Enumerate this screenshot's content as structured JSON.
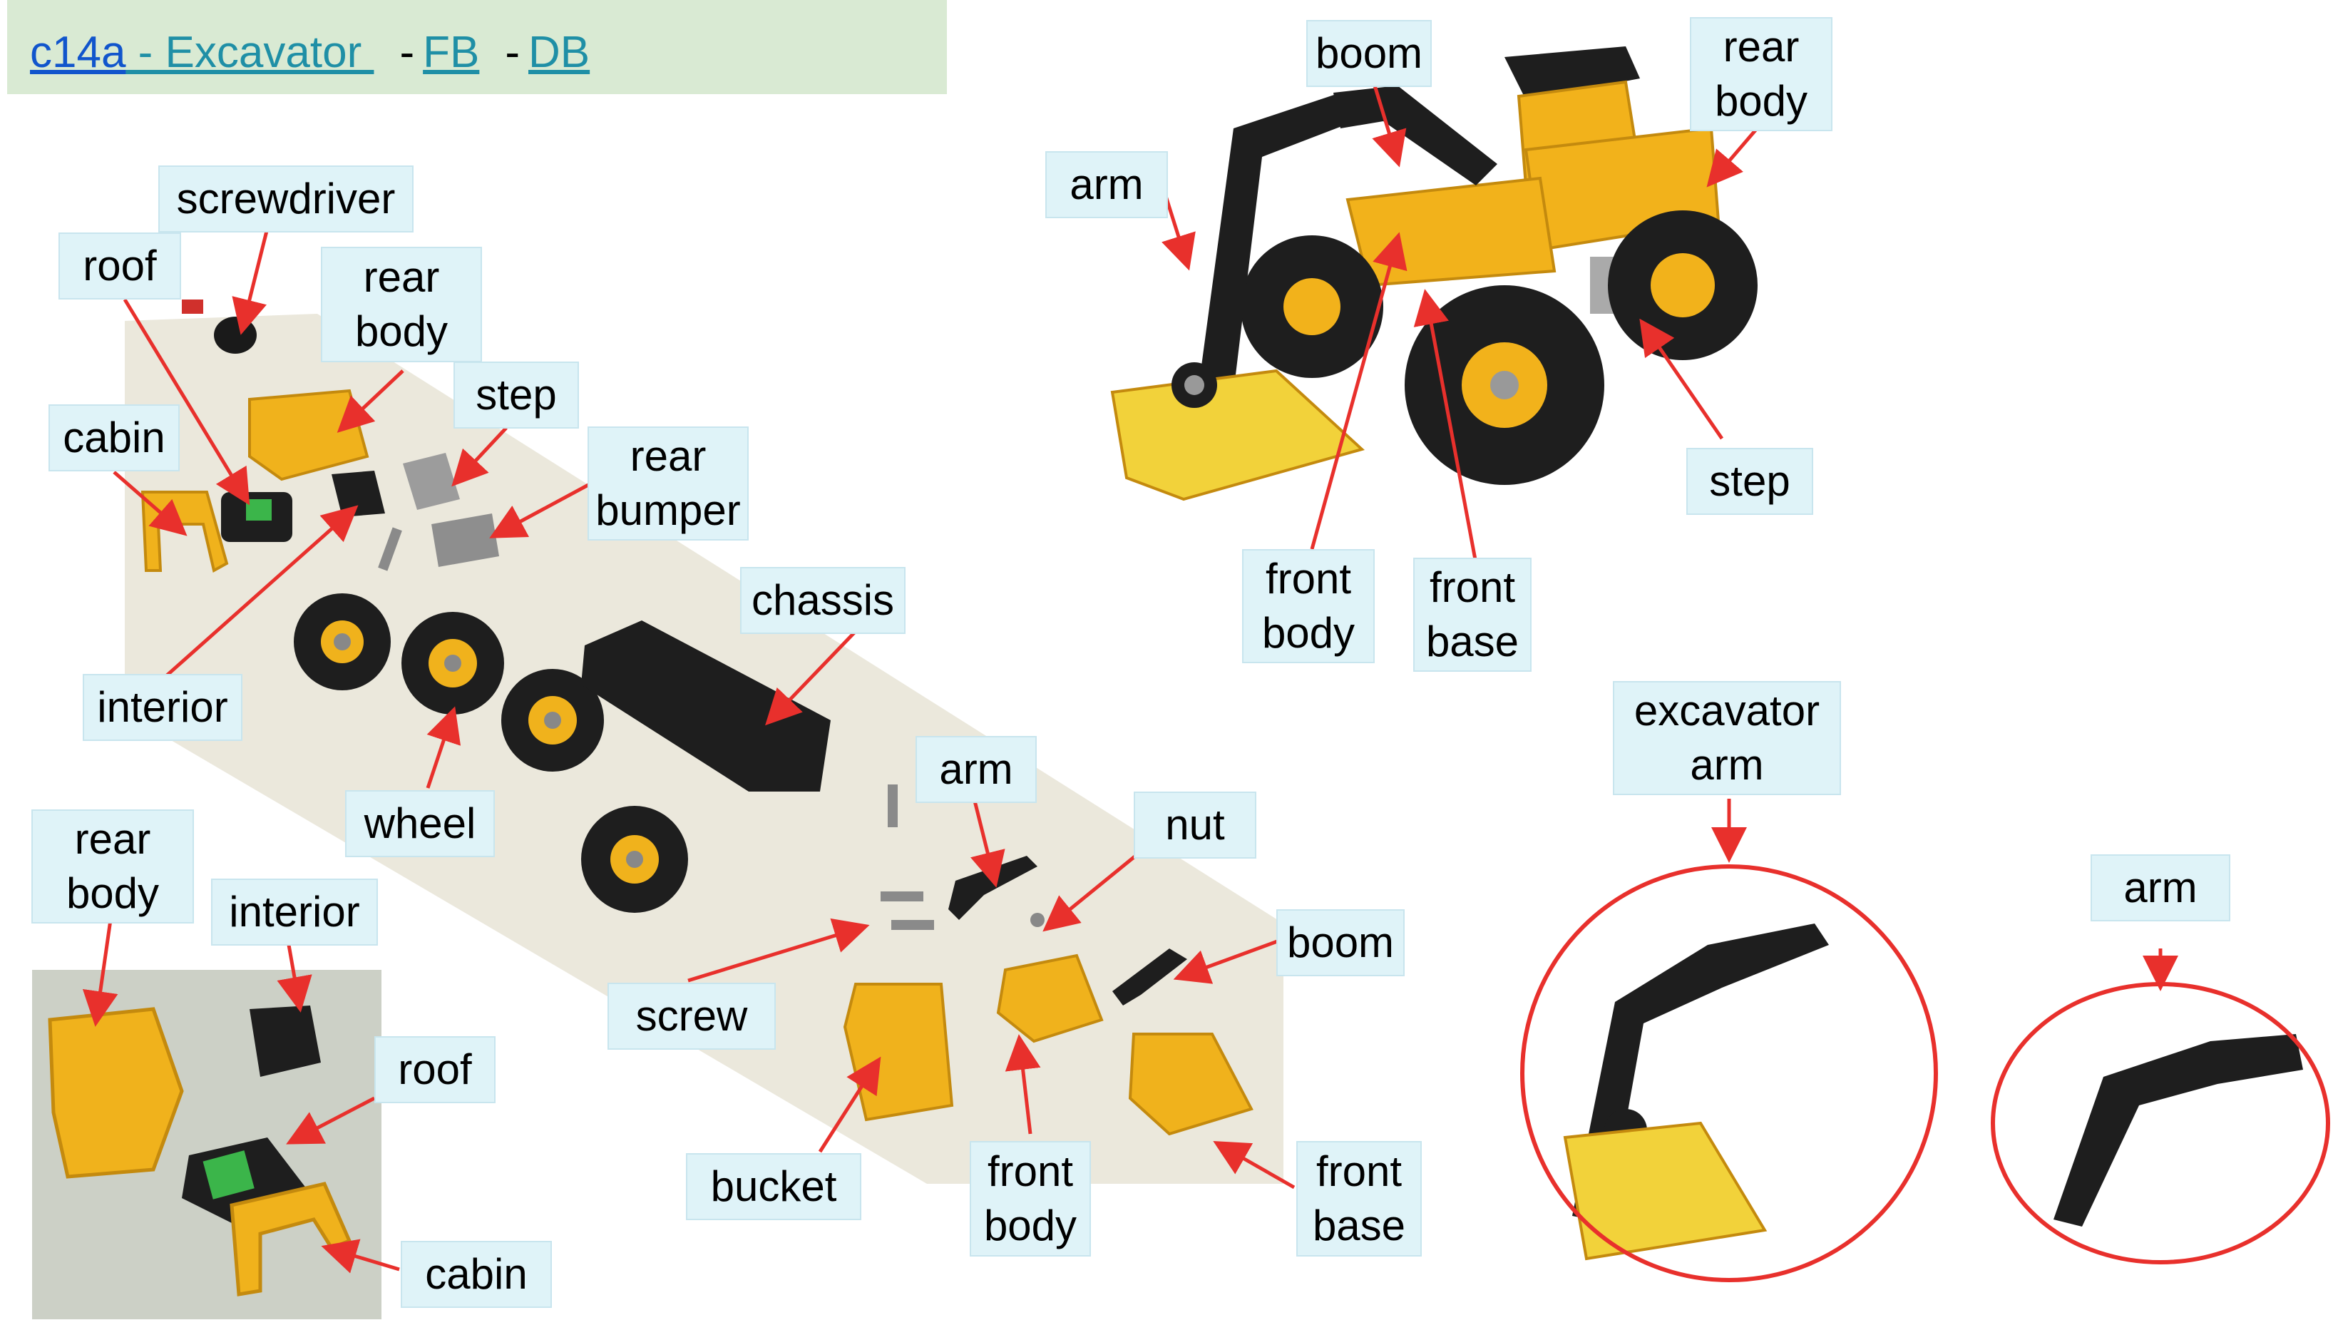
{
  "header": {
    "code": "c14a",
    "title": " - Excavator ",
    "link_fb": "FB",
    "link_db": "DB",
    "sep": "-"
  },
  "colors": {
    "header_bg": "#d9ead3",
    "label_bg": "#dff3f8",
    "arrow": "#e8302c",
    "toy_yellow": "#f2b21b",
    "toy_black": "#1e1e1e"
  },
  "parts_labels": {
    "screwdriver": "screwdriver",
    "roof": "roof",
    "rear_body_1": "rear",
    "rear_body_2": "body",
    "step": "step",
    "cabin": "cabin",
    "rear_bumper_1": "rear",
    "rear_bumper_2": "bumper",
    "chassis": "chassis",
    "interior": "interior",
    "wheel": "wheel",
    "arm": "arm",
    "nut": "nut",
    "boom": "boom",
    "screw": "screw",
    "bucket": "bucket",
    "front_body_1": "front",
    "front_body_2": "body",
    "front_base_1": "front",
    "front_base_2": "base"
  },
  "inset_labels": {
    "rear_body_1": "rear",
    "rear_body_2": "body",
    "interior": "interior",
    "roof": "roof",
    "cabin": "cabin"
  },
  "assembled_labels": {
    "boom": "boom",
    "rear_body_1": "rear",
    "rear_body_2": "body",
    "arm": "arm",
    "step": "step",
    "front_body_1": "front",
    "front_body_2": "body",
    "front_base_1": "front",
    "front_base_2": "base"
  },
  "detail_labels": {
    "excavator_arm_1": "excavator",
    "excavator_arm_2": "arm",
    "arm": "arm"
  }
}
